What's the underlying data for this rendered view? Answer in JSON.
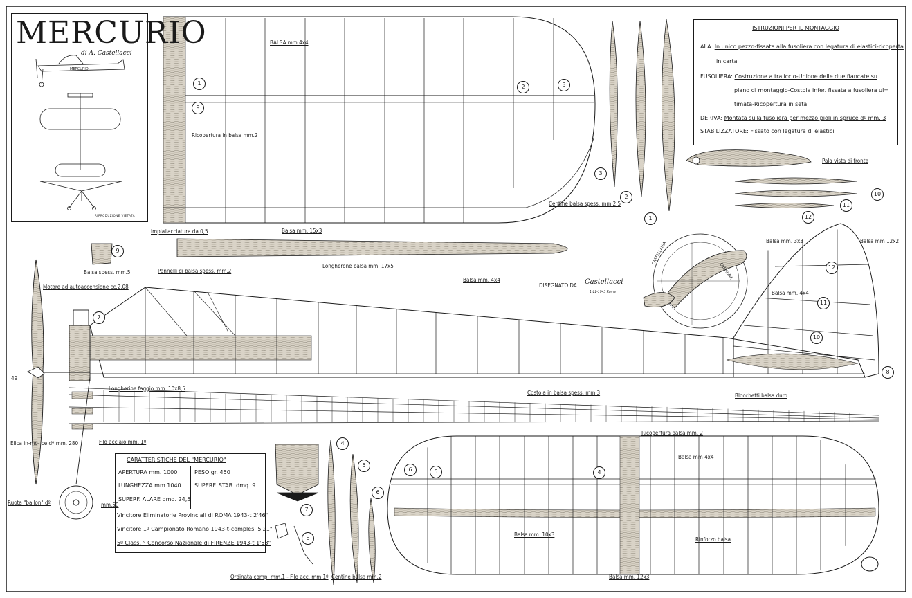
{
  "title": "MERCURIO",
  "author": "di A. Castellacci",
  "title_panel_credit": "RIPRODUZIONE VIETATA",
  "side_view_name": "MERCURIO",
  "instructions": {
    "heading": "ISTRUZIONI PER IL MONTAGGIO",
    "ala_key": "ALA:",
    "ala_text_1": "In unico pezzo-fissata alla fusoliera con legatura di elastici-ricoperta",
    "ala_text_2": "in carta",
    "fusoliera_key": "FUSOLIERA:",
    "fusoliera_text_1": "Costruzione a traliccio-Unione delle due fiancate su",
    "fusoliera_text_2": "piano di montaggio-Costola infer. fissata a fusoliera ul=",
    "fusoliera_text_3": "timata-Ricopertura in seta",
    "deriva_key": "DERIVA:",
    "deriva_text": "Montata sulla fusoliera per mezzo pioli in spruce dº mm. 3",
    "stabilizzatore_key": "STABILIZZATORE:",
    "stabilizzatore_text": "Fissato con legatura di elastici"
  },
  "specs": {
    "heading": "CARATTERISTICHE DEL \"MERCURIO\"",
    "apertura": "APERTURA  mm. 1000",
    "lunghezza": "LUNGHEZZA  mm  1040",
    "superf_alare": "SUPERF. ALARE  dmq. 24,5",
    "peso": "PESO  gr.  450",
    "superf_stab": "SUPERF. STAB. dmq. 9",
    "record_1": "Vincitore Eliminatorie Provinciali di ROMA 1943-t 2'46\"",
    "record_2": "Vincitore 1º Campionato Romano 1943-t-comples. 5'21\"",
    "record_3": "5º Class. ° Concorso Nazionale di FIRENZE 1943-t 1'53\""
  },
  "labels": {
    "balsa_4x4_wing": "BALSA mm.4x4",
    "ricopertura_2": "Ricopertura  in balsa mm.2",
    "impiallacciatura": "Impiallacciatura da 0,5",
    "balsa_15x3": "Balsa  mm. 15x3",
    "longherone": "Longherone  balsa  mm. 17x5",
    "centine_25": "Centine balsa spess. mm.2,5",
    "pala": "Pala vista di fronte",
    "balsa_spess_5": "Balsa spess. mm.5",
    "motore": "Motore ad autoaccensione  cc.2,08",
    "pannelli": "Pannelli di balsa spess. mm.2",
    "balsa_4x4_fus": "Balsa  mm. 4x4",
    "disegnato": "DISEGNATO  DA",
    "signature": "Castellacci",
    "signature_date": "1-11-1943 Roma",
    "balsa_3x3": "Balsa  mm. 3x3",
    "balsa_12x2": "Balsa mm 12x2",
    "balsa_4x4_fin": "Balsa  mm. 4x4",
    "blocchetti": "Blocchetti  balsa duro",
    "costola": "Costola  in  balsa  spess.  mm.3",
    "longherine": "Longherine  faggio  mm. 10x8,5",
    "dim_49": "49",
    "elica": "Elica  in-mo-   ce  dº mm. 280",
    "filo": "Filo acciaio  mm. 1º",
    "ruota": "Ruota \"ballon\" dº",
    "ruota_size": "mm.50",
    "ricopertura_stab": "Ricopertura balsa mm. 2",
    "balsa_4x4_stab": "Balsa mm 4x4",
    "balsa_10x3": "Balsa  mm.  10x3",
    "rinforzo": "Rinforzo  balsa",
    "balsa_12x3": "Balsa  mm. 12x3",
    "ordinata": "Ordinata  comp. mm.1 - Filo acc. mm.1º",
    "centine_2": "Centine balsa mm.2",
    "logo_top": "CASTELLANIA",
    "logo_bottom": "CREMONA"
  },
  "callouts": [
    "1",
    "2",
    "3",
    "4",
    "5",
    "6",
    "7",
    "8",
    "9",
    "10",
    "11",
    "12"
  ],
  "colors": {
    "ink": "#1a1a1a",
    "paper": "#ffffff",
    "wood": "#c9c3b6"
  }
}
